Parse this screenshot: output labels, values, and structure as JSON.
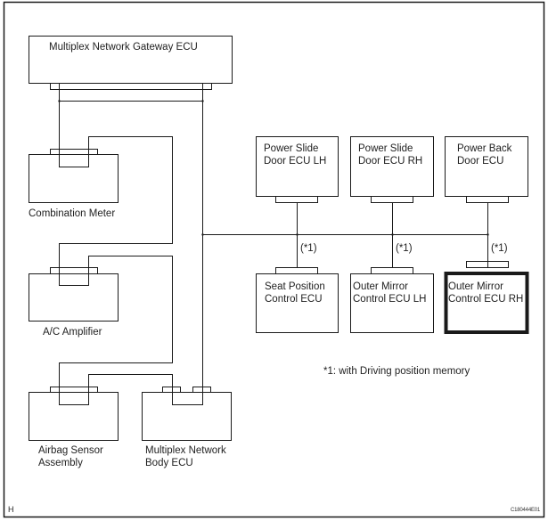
{
  "diagram": {
    "type": "CAN communication system diagram",
    "ecus": {
      "gateway": "Multiplex Network Gateway ECU",
      "combination_meter": "Combination Meter",
      "ac_amplifier": "A/C Amplifier",
      "airbag": [
        "Airbag Sensor",
        "Assembly"
      ],
      "body_ecu": [
        "Multiplex Network",
        "Body ECU"
      ],
      "psd_lh": [
        "Power Slide",
        "Door ECU LH"
      ],
      "psd_rh": [
        "Power Slide",
        "Door ECU RH"
      ],
      "pbd": [
        "Power Back",
        "Door ECU"
      ],
      "seat_position": [
        "Seat Position",
        "Control ECU"
      ],
      "outer_mirror_lh": [
        "Outer Mirror",
        "Control ECU LH"
      ],
      "outer_mirror_rh": [
        "Outer Mirror",
        "Control ECU RH"
      ]
    },
    "highlighted_ecu": "Outer Mirror Control ECU RH",
    "branch_marks": [
      "(*1)",
      "(*1)",
      "(*1)"
    ],
    "footnote": "*1: with Driving position memory",
    "corner_letter": "H",
    "figure_id": "C180444E01",
    "colors": {
      "line": "#1a1a1a",
      "background": "#ffffff"
    }
  }
}
